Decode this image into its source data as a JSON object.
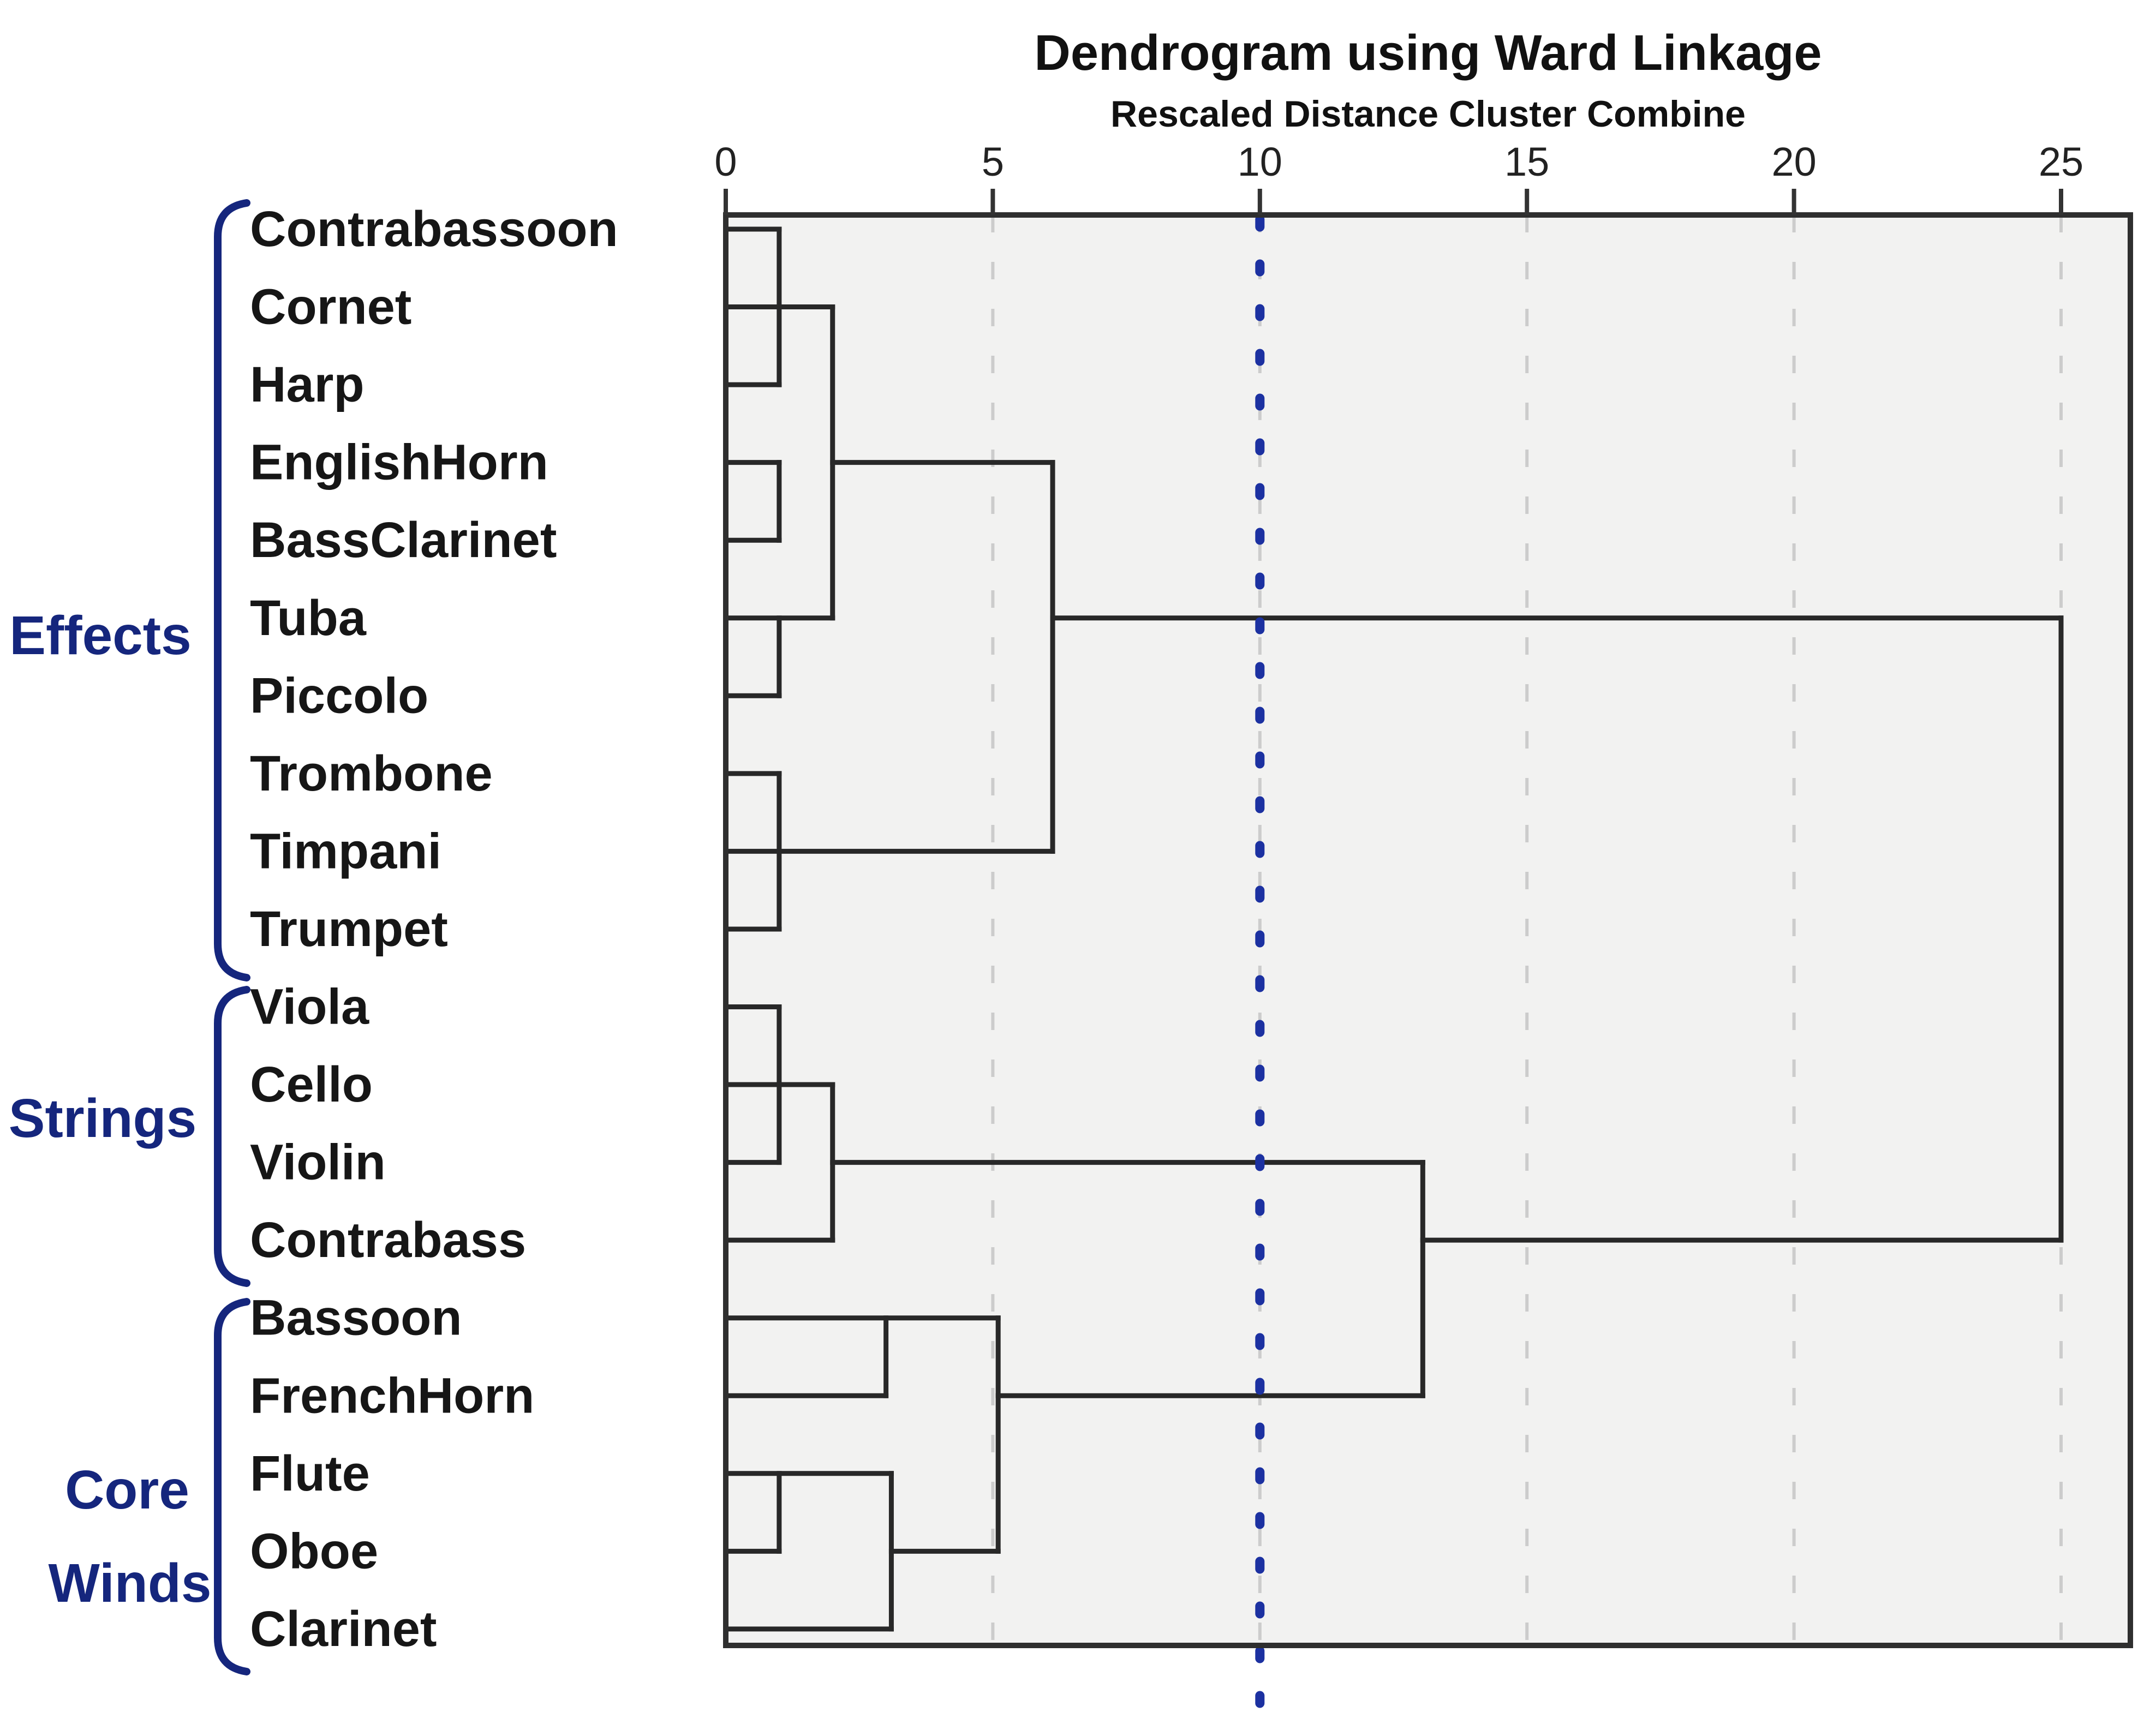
{
  "title": "Dendrogram using Ward Linkage",
  "subtitle": "Rescaled Distance Cluster Combine",
  "colors": {
    "plot_background": "#f2f2f1",
    "plot_border": "#2f2f2f",
    "tree_line": "#282828",
    "gridline": "#cccccc",
    "cut_line_blue": "#1c31a1",
    "group_accent_blue": "#15267d",
    "text": "#161616"
  },
  "groups": [
    {
      "label": "Effects",
      "lines": [
        "Effects"
      ],
      "first_row": 1,
      "last_row": 10,
      "members": [
        "Contrabassoon",
        "Cornet",
        "Harp",
        "EnglishHorn",
        "BassClarinet",
        "Tuba",
        "Piccolo",
        "Trombone",
        "Timpani",
        "Trumpet"
      ]
    },
    {
      "label": "Strings",
      "lines": [
        "Strings"
      ],
      "first_row": 11,
      "last_row": 14,
      "members": [
        "Viola",
        "Cello",
        "Violin",
        "Contrabass"
      ]
    },
    {
      "label": "Core Winds",
      "lines": [
        "Core",
        "Winds"
      ],
      "first_row": 15,
      "last_row": 19,
      "members": [
        "Bassoon",
        "FrenchHorn",
        "Flute",
        "Oboe",
        "Clarinet"
      ]
    }
  ],
  "chart_data": {
    "type": "dendrogram",
    "orientation": "horizontal",
    "linkage": "Ward",
    "title": "Dendrogram using Ward Linkage",
    "xlabel": "Rescaled Distance Cluster Combine",
    "axis": {
      "min": 0,
      "max": 25,
      "ticks": [
        0,
        5,
        10,
        15,
        20,
        25
      ],
      "gridlines_at": [
        5,
        10,
        15,
        20,
        25
      ],
      "grid_style": "dashed"
    },
    "cut_line": {
      "x": 10,
      "style": "dotted",
      "color": "#1c31a1"
    },
    "leaves": [
      "Contrabassoon",
      "Cornet",
      "Harp",
      "EnglishHorn",
      "BassClarinet",
      "Tuba",
      "Piccolo",
      "Trombone",
      "Timpani",
      "Trumpet",
      "Viola",
      "Cello",
      "Violin",
      "Contrabass",
      "Bassoon",
      "FrenchHorn",
      "Flute",
      "Oboe",
      "Clarinet"
    ],
    "h_segments": [
      {
        "row": 1,
        "x1": 0,
        "x2": 1.0
      },
      {
        "row": 2,
        "x1": 0,
        "x2": 2.0
      },
      {
        "row": 3,
        "x1": 0,
        "x2": 1.0
      },
      {
        "row": 4,
        "x1": 0,
        "x2": 1.0
      },
      {
        "row": 4,
        "x1": 2.0,
        "x2": 6.12
      },
      {
        "row": 5,
        "x1": 0,
        "x2": 1.0
      },
      {
        "row": 6,
        "x1": 0,
        "x2": 2.0
      },
      {
        "row": 6,
        "x1": 6.12,
        "x2": 25.0
      },
      {
        "row": 7,
        "x1": 0,
        "x2": 1.0
      },
      {
        "row": 8,
        "x1": 0,
        "x2": 1.0
      },
      {
        "row": 9,
        "x1": 0,
        "x2": 6.12
      },
      {
        "row": 10,
        "x1": 0,
        "x2": 1.0
      },
      {
        "row": 11,
        "x1": 0,
        "x2": 1.0
      },
      {
        "row": 12,
        "x1": 0,
        "x2": 2.0
      },
      {
        "row": 13,
        "x1": 0,
        "x2": 1.0
      },
      {
        "row": 13,
        "x1": 2.0,
        "x2": 13.05
      },
      {
        "row": 14,
        "x1": 0,
        "x2": 2.0
      },
      {
        "row": 14,
        "x1": 13.05,
        "x2": 25.0
      },
      {
        "row": 15,
        "x1": 0,
        "x2": 5.1
      },
      {
        "row": 16,
        "x1": 0,
        "x2": 3.0
      },
      {
        "row": 16,
        "x1": 5.1,
        "x2": 13.05
      },
      {
        "row": 17,
        "x1": 0,
        "x2": 3.1
      },
      {
        "row": 18,
        "x1": 0,
        "x2": 1.0
      },
      {
        "row": 18,
        "x1": 3.1,
        "x2": 5.1
      },
      {
        "row": 19,
        "x1": 0,
        "x2": 3.1
      }
    ],
    "v_segments": [
      {
        "x": 1.0,
        "row1": 1,
        "row2": 3
      },
      {
        "x": 2.0,
        "row1": 2,
        "row2": 6
      },
      {
        "x": 1.0,
        "row1": 4,
        "row2": 5
      },
      {
        "x": 1.0,
        "row1": 6,
        "row2": 7
      },
      {
        "x": 6.12,
        "row1": 4,
        "row2": 9
      },
      {
        "x": 1.0,
        "row1": 8,
        "row2": 10
      },
      {
        "x": 25.0,
        "row1": 6,
        "row2": 14
      },
      {
        "x": 1.0,
        "row1": 11,
        "row2": 13
      },
      {
        "x": 2.0,
        "row1": 12,
        "row2": 14
      },
      {
        "x": 13.05,
        "row1": 13,
        "row2": 16
      },
      {
        "x": 3.0,
        "row1": 15,
        "row2": 16
      },
      {
        "x": 1.0,
        "row1": 17,
        "row2": 18
      },
      {
        "x": 3.1,
        "row1": 17,
        "row2": 19
      },
      {
        "x": 5.1,
        "row1": 15,
        "row2": 18
      }
    ],
    "merges": [
      {
        "clusters": [
          "Contrabassoon",
          "Cornet",
          "Harp"
        ],
        "distance": 1.0
      },
      {
        "clusters": [
          "EnglishHorn",
          "BassClarinet"
        ],
        "distance": 1.0
      },
      {
        "clusters": [
          "Tuba",
          "Piccolo"
        ],
        "distance": 1.0
      },
      {
        "clusters": [
          "Trombone",
          "Timpani",
          "Trumpet"
        ],
        "distance": 1.0
      },
      {
        "clusters": [
          "{Contrabassoon,Cornet,Harp}",
          "{EnglishHorn,BassClarinet}",
          "{Tuba,Piccolo}"
        ],
        "distance": 2.0
      },
      {
        "clusters": [
          "{Effects rows 1-7}",
          "{Trombone,Timpani,Trumpet}"
        ],
        "distance": 6.1
      },
      {
        "clusters": [
          "Viola",
          "Cello",
          "Violin"
        ],
        "distance": 1.0
      },
      {
        "clusters": [
          "{Viola,Cello,Violin}",
          "Contrabass"
        ],
        "distance": 2.0
      },
      {
        "clusters": [
          "Bassoon",
          "FrenchHorn"
        ],
        "distance": 3.0
      },
      {
        "clusters": [
          "Flute",
          "Oboe"
        ],
        "distance": 1.0
      },
      {
        "clusters": [
          "{Flute,Oboe}",
          "Clarinet"
        ],
        "distance": 3.1
      },
      {
        "clusters": [
          "{Bassoon,FrenchHorn}",
          "{Flute,Oboe,Clarinet}"
        ],
        "distance": 5.1
      },
      {
        "clusters": [
          "Strings",
          "Core Winds"
        ],
        "distance": 13.1
      },
      {
        "clusters": [
          "Effects",
          "{Strings + Core Winds}"
        ],
        "distance": 25.0
      }
    ]
  }
}
